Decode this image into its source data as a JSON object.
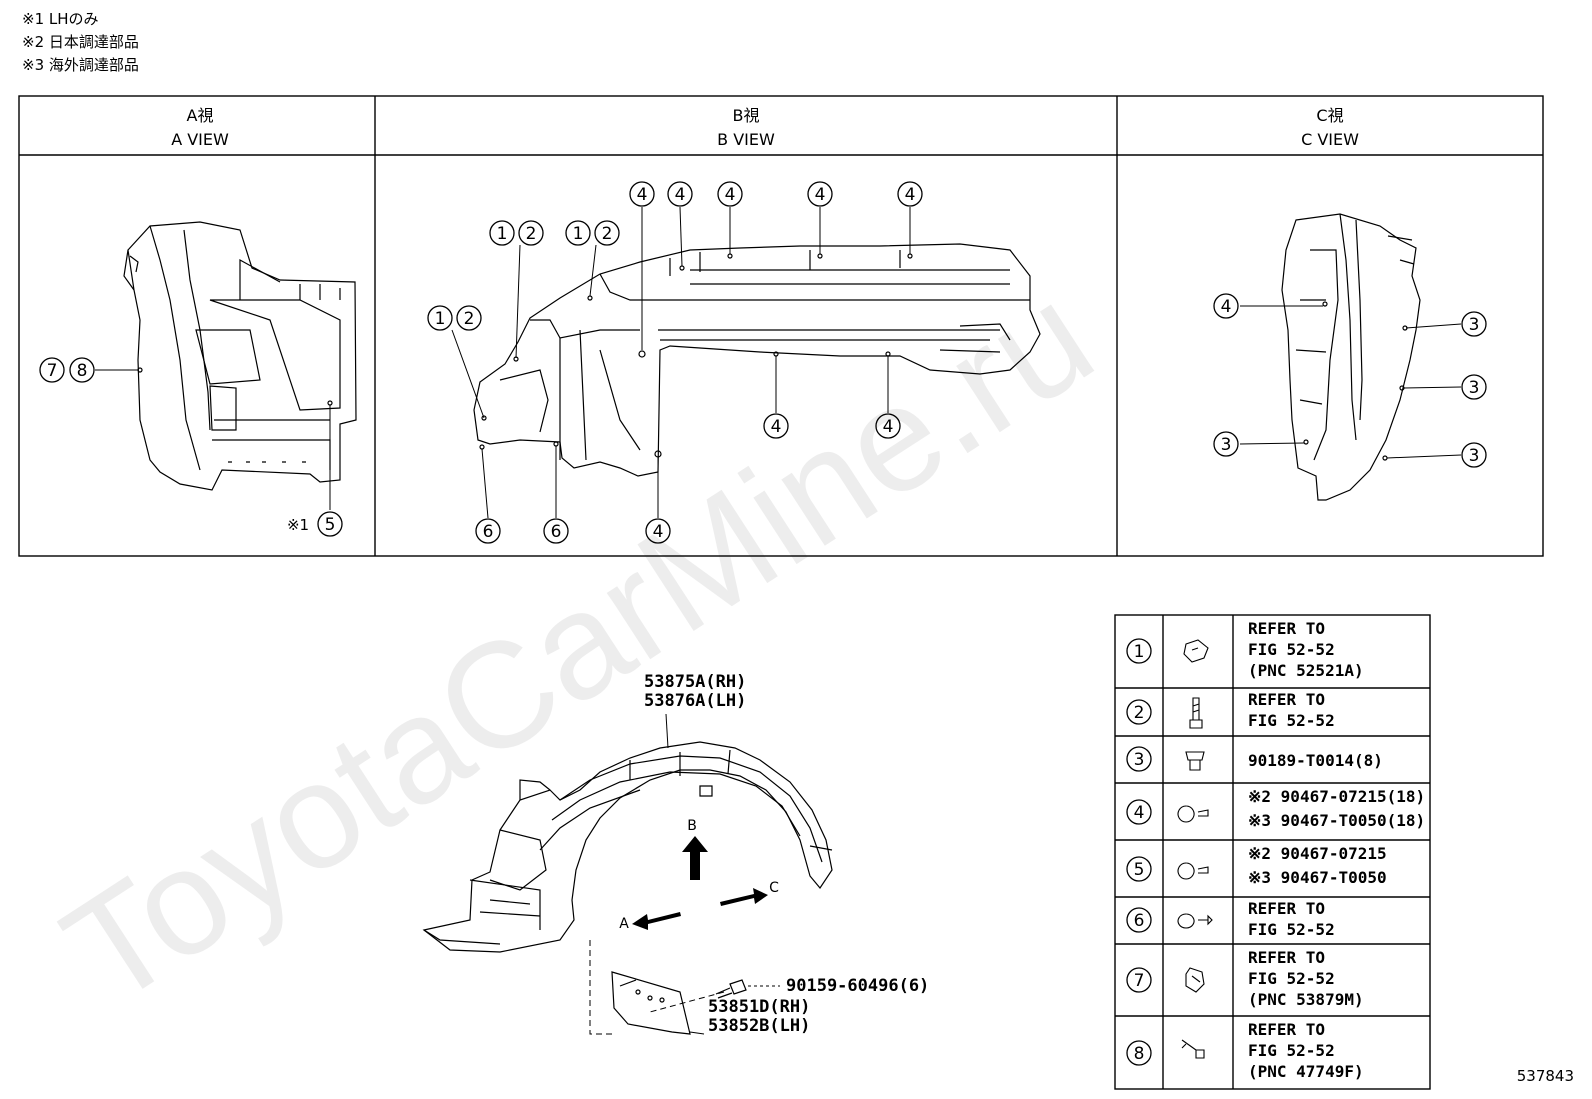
{
  "notes": [
    "※1 LHのみ",
    "※2 日本調達部品",
    "※3 海外調達部品"
  ],
  "views": [
    {
      "jp": "A視",
      "en": "A VIEW"
    },
    {
      "jp": "B視",
      "en": "B VIEW"
    },
    {
      "jp": "C視",
      "en": "C VIEW"
    }
  ],
  "a_view": {
    "callout_78": [
      "7",
      "8"
    ],
    "callout_5_prefix": "※1",
    "callout_5": "5"
  },
  "b_view": {
    "callouts_12": [
      "1",
      "2"
    ],
    "callout_4": "4",
    "callout_6": "6"
  },
  "c_view": {
    "callout_4": "4",
    "callout_3": "3"
  },
  "main": {
    "liner_part_rh": "53875A(RH)",
    "liner_part_lh": "53876A(LH)",
    "flap_part_rh": "53851D(RH)",
    "flap_part_lh": "53852B(LH)",
    "screw_part": "90159-60496(6)",
    "arrow_a": "A",
    "arrow_b": "B",
    "arrow_c": "C"
  },
  "legend": [
    {
      "num": "1",
      "icon": "clip-icon",
      "lines": [
        "REFER TO",
        "FIG 52-52",
        "(PNC 52521A)"
      ]
    },
    {
      "num": "2",
      "icon": "screw-icon",
      "lines": [
        "REFER TO",
        "FIG 52-52"
      ]
    },
    {
      "num": "3",
      "icon": "grommet-icon",
      "lines": [
        "90189-T0014(8)"
      ]
    },
    {
      "num": "4",
      "icon": "push-clip-icon",
      "lines": [
        "※2 90467-07215(18)",
        "※3 90467-T0050(18)"
      ]
    },
    {
      "num": "5",
      "icon": "push-clip-icon",
      "lines": [
        "※2 90467-07215",
        "※3 90467-T0050"
      ]
    },
    {
      "num": "6",
      "icon": "rivet-clip-icon",
      "lines": [
        "REFER TO",
        "FIG 52-52"
      ]
    },
    {
      "num": "7",
      "icon": "nut-clip-icon",
      "lines": [
        "REFER TO",
        "FIG 52-52",
        "(PNC 53879M)"
      ]
    },
    {
      "num": "8",
      "icon": "bolt-clip-icon",
      "lines": [
        "REFER TO",
        "FIG 52-52",
        "(PNC 47749F)"
      ]
    }
  ],
  "watermark": "ToyotaCarMine.ru",
  "doc_number": "537843"
}
